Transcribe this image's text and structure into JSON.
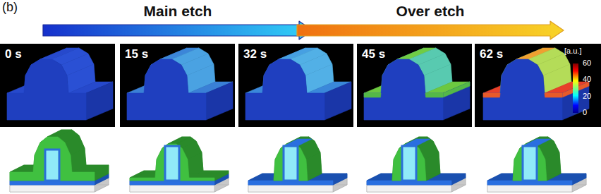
{
  "diagram": {
    "nodes": [
      {
        "text": [
          "Main etch"
        ]
      },
      {
        "text": [
          "Over etch"
        ]
      },
      {
        "text": [
          "0 s"
        ]
      },
      {
        "text": [
          "15 s"
        ]
      },
      {
        "text": [
          "32 s"
        ]
      },
      {
        "text": [
          "45 s"
        ]
      },
      {
        "text": [
          "62 s"
        ]
      }
    ],
    "labels": [
      "(b)",
      "[a.u.]",
      "60",
      "40",
      "20",
      "0"
    ]
  }
}
